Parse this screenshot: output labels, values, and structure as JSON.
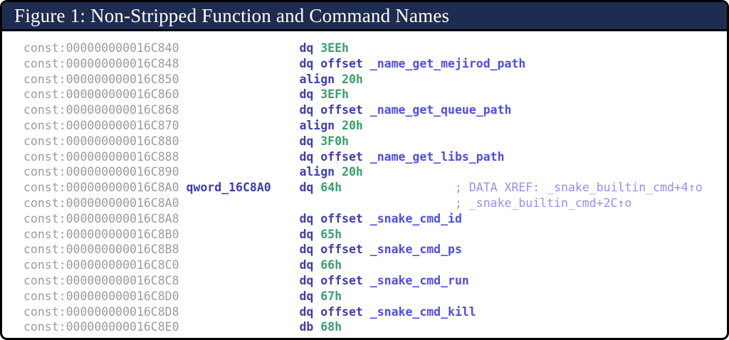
{
  "figure_title": "Figure 1: Non-Stripped Function and Command Names",
  "colors": {
    "title_bar_bg": "#1e2c50",
    "title_text": "#ffffff",
    "frame_border": "#000000",
    "content_bg": "#ffffff",
    "address": "#9b9b9b",
    "label": "#3d3dae",
    "keyword": "#3d3dae",
    "number": "#35a06a",
    "name": "#4d4de8",
    "comment": "#9090f0"
  },
  "listing": {
    "columns": {
      "label_col": 23,
      "mnemonic_col": 39,
      "comment_col": 61
    },
    "rows": [
      {
        "address": "const:000000000016C840",
        "label": "",
        "mnemonic": "dq",
        "operand": "3EEh",
        "operand_type": "number",
        "comment": ""
      },
      {
        "address": "const:000000000016C848",
        "label": "",
        "mnemonic": "dq offset",
        "operand": "_name_get_mejirod_path",
        "operand_type": "name",
        "comment": ""
      },
      {
        "address": "const:000000000016C850",
        "label": "",
        "mnemonic": "align",
        "operand": "20h",
        "operand_type": "number",
        "comment": ""
      },
      {
        "address": "const:000000000016C860",
        "label": "",
        "mnemonic": "dq",
        "operand": "3EFh",
        "operand_type": "number",
        "comment": ""
      },
      {
        "address": "const:000000000016C868",
        "label": "",
        "mnemonic": "dq offset",
        "operand": "_name_get_queue_path",
        "operand_type": "name",
        "comment": ""
      },
      {
        "address": "const:000000000016C870",
        "label": "",
        "mnemonic": "align",
        "operand": "20h",
        "operand_type": "number",
        "comment": ""
      },
      {
        "address": "const:000000000016C880",
        "label": "",
        "mnemonic": "dq",
        "operand": "3F0h",
        "operand_type": "number",
        "comment": ""
      },
      {
        "address": "const:000000000016C888",
        "label": "",
        "mnemonic": "dq offset",
        "operand": "_name_get_libs_path",
        "operand_type": "name",
        "comment": ""
      },
      {
        "address": "const:000000000016C890",
        "label": "",
        "mnemonic": "align",
        "operand": "20h",
        "operand_type": "number",
        "comment": ""
      },
      {
        "address": "const:000000000016C8A0",
        "label": "qword_16C8A0",
        "mnemonic": "dq",
        "operand": "64h",
        "operand_type": "number",
        "comment": "; DATA XREF: _snake_builtin_cmd+4↑o"
      },
      {
        "address": "const:000000000016C8A0",
        "label": "",
        "mnemonic": "",
        "operand": "",
        "operand_type": "",
        "comment": "; _snake_builtin_cmd+2C↑o"
      },
      {
        "address": "const:000000000016C8A8",
        "label": "",
        "mnemonic": "dq offset",
        "operand": "_snake_cmd_id",
        "operand_type": "name",
        "comment": ""
      },
      {
        "address": "const:000000000016C8B0",
        "label": "",
        "mnemonic": "dq",
        "operand": "65h",
        "operand_type": "number",
        "comment": ""
      },
      {
        "address": "const:000000000016C8B8",
        "label": "",
        "mnemonic": "dq offset",
        "operand": "_snake_cmd_ps",
        "operand_type": "name",
        "comment": ""
      },
      {
        "address": "const:000000000016C8C0",
        "label": "",
        "mnemonic": "dq",
        "operand": "66h",
        "operand_type": "number",
        "comment": ""
      },
      {
        "address": "const:000000000016C8C8",
        "label": "",
        "mnemonic": "dq offset",
        "operand": "_snake_cmd_run",
        "operand_type": "name",
        "comment": ""
      },
      {
        "address": "const:000000000016C8D0",
        "label": "",
        "mnemonic": "dq",
        "operand": "67h",
        "operand_type": "number",
        "comment": ""
      },
      {
        "address": "const:000000000016C8D8",
        "label": "",
        "mnemonic": "dq offset",
        "operand": "_snake_cmd_kill",
        "operand_type": "name",
        "comment": ""
      },
      {
        "address": "const:000000000016C8E0",
        "label": "",
        "mnemonic": "db",
        "operand": "68h",
        "operand_type": "number",
        "comment": ""
      }
    ]
  }
}
